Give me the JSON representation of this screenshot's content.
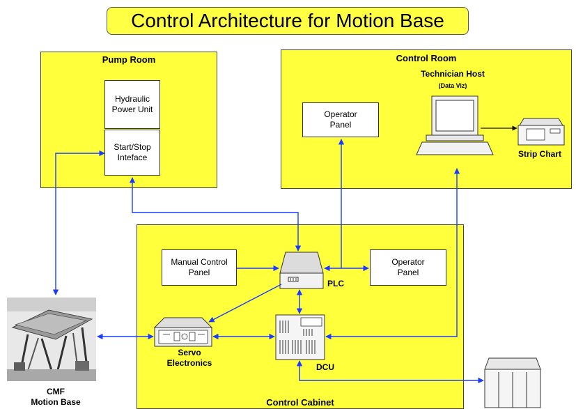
{
  "title": "Control Architecture for Motion Base",
  "pump_room": {
    "label": "Pump Room",
    "hydraulic_power_unit": "Hydraulic\nPower Unit",
    "start_stop_interface": "Start/Stop\nInteface"
  },
  "control_room": {
    "label": "Control Room",
    "operator_panel": "Operator\nPanel",
    "technician_host": "Technician Host",
    "technician_host_sub": "(Data Viz)",
    "strip_chart": "Strip Chart"
  },
  "control_cabinet": {
    "label": "Control Cabinet",
    "manual_control_panel": "Manual Control\nPanel",
    "operator_panel": "Operator\nPanel",
    "plc": "PLC",
    "servo_electronics": "Servo\nElectronics",
    "dcu": "DCU"
  },
  "motion_base": {
    "label": "CMF\nMotion Base"
  },
  "colors": {
    "room_fill": "#ffff3c",
    "connector": "#1a3cff"
  }
}
